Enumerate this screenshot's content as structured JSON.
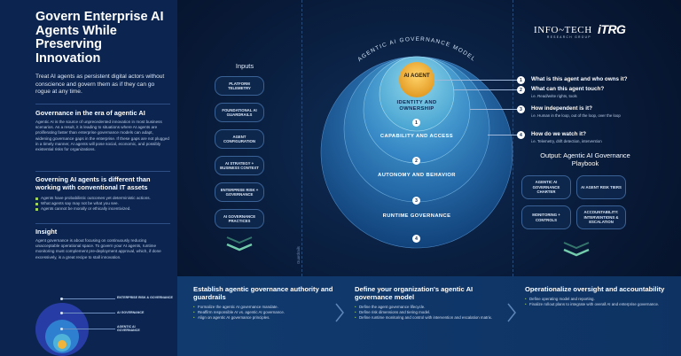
{
  "left": {
    "title": "Govern Enterprise AI Agents While Preserving Innovation",
    "lede": "Treat AI agents as persistent digital actors without conscience and govern them as if they can go rogue at any time.",
    "section1": {
      "heading": "Governance in the era of agentic AI",
      "body": "Agentic AI is the source of unprecedented innovation in most business scenarios. As a result, it is leading to situations where AI agents are proliferating faster than enterprise governance models can adapt, widening governance gaps in the enterprise. If these gaps are not plugged in a timely manner, AI agents will pose social, economic, and possibly existential risks for organizations."
    },
    "section2": {
      "heading": "Governing AI agents is different than working with conventional IT assets",
      "bullets": [
        "Agents have probabilistic outcomes yet deterministic actions.",
        "What agents say may not be what you see.",
        "Agents cannot be morally or ethically incentivized."
      ]
    },
    "section3": {
      "heading": "Insight",
      "body": "Agent governance is about focusing on continuously reducing unacceptable operational space. To govern your AI agents, runtime monitoring must complement pre-deployment approval, which, if done excessively, is a great recipe to stall innovation."
    },
    "mini_legend": [
      "ENTERPRISE RISK & GOVERNANCE",
      "AI GOVERNANCE",
      "AGENTIC AI GOVERNANCE"
    ]
  },
  "logos": {
    "infotech": "INFO~TECH",
    "infotech_sub": "RESEARCH GROUP",
    "trg": "iTRG"
  },
  "inputs": {
    "title": "Inputs",
    "items": [
      "PLATFORM TELEMETRY",
      "FOUNDATIONAL AI GUARDRAILS",
      "AGENT CONFIGURATION",
      "AI STRATEGY + BUSINESS CONTEXT",
      "ENTERPRISE RISK + GOVERNANCE",
      "AI GOVERNANCE PRACTICES"
    ]
  },
  "rail": {
    "label": "Guardrails"
  },
  "model": {
    "arc_title": "AGENTIC AI GOVERNANCE MODEL",
    "core": "AI AGENT",
    "layers": [
      {
        "num": "1",
        "label": "IDENTITY AND OWNERSHIP"
      },
      {
        "num": "2",
        "label": "CAPABILITY AND ACCESS"
      },
      {
        "num": "3",
        "label": "AUTONOMY AND BEHAVIOR"
      },
      {
        "num": "4",
        "label": "RUNTIME GOVERNANCE"
      }
    ]
  },
  "questions": [
    {
      "num": "1",
      "title": "What is this agent and who owns it?",
      "sub": ""
    },
    {
      "num": "2",
      "title": "What can this agent touch?",
      "sub": "i.e. Read/write rights, tools"
    },
    {
      "num": "3",
      "title": "How independent is it?",
      "sub": "i.e. Human in the loop, out of the loop, over the loop"
    },
    {
      "num": "4",
      "title": "How do we watch it?",
      "sub": "i.e. Telemetry, drift detection, intervention"
    }
  ],
  "output": {
    "title": "Output: Agentic AI Governance Playbook",
    "boxes": [
      "AGENTIC AI GOVERNANCE CHARTER",
      "AI AGENT RISK TIERS",
      "MONITORING + CONTROLS",
      "ACCOUNTABILITY: INTERVENTIONS & ESCALATION"
    ]
  },
  "steps": [
    {
      "title": "Establish agentic governance authority and guardrails",
      "bullets": [
        "Formalize the agentic AI governance mandate.",
        "Reaffirm responsible AI vs. agentic AI governance.",
        "Align on agentic AI governance principles."
      ]
    },
    {
      "title": "Define your organization's agentic AI governance model",
      "bullets": [
        "Define the agent governance lifecycle.",
        "Define risk dimensions and tiering model.",
        "Define runtime monitoring and control with intervention and escalation matrix."
      ]
    },
    {
      "title": "Operationalize oversight and accountability",
      "bullets": [
        "Define operating model and reporting.",
        "Finalize rollout plans to integrate with overall AI and enterprise governance."
      ]
    }
  ],
  "colors": {
    "navy": "#0b2550",
    "bg": "#050f24",
    "accent_green": "#9fd25a",
    "core_gold": "#f0b43a",
    "band": "#113a6e"
  }
}
